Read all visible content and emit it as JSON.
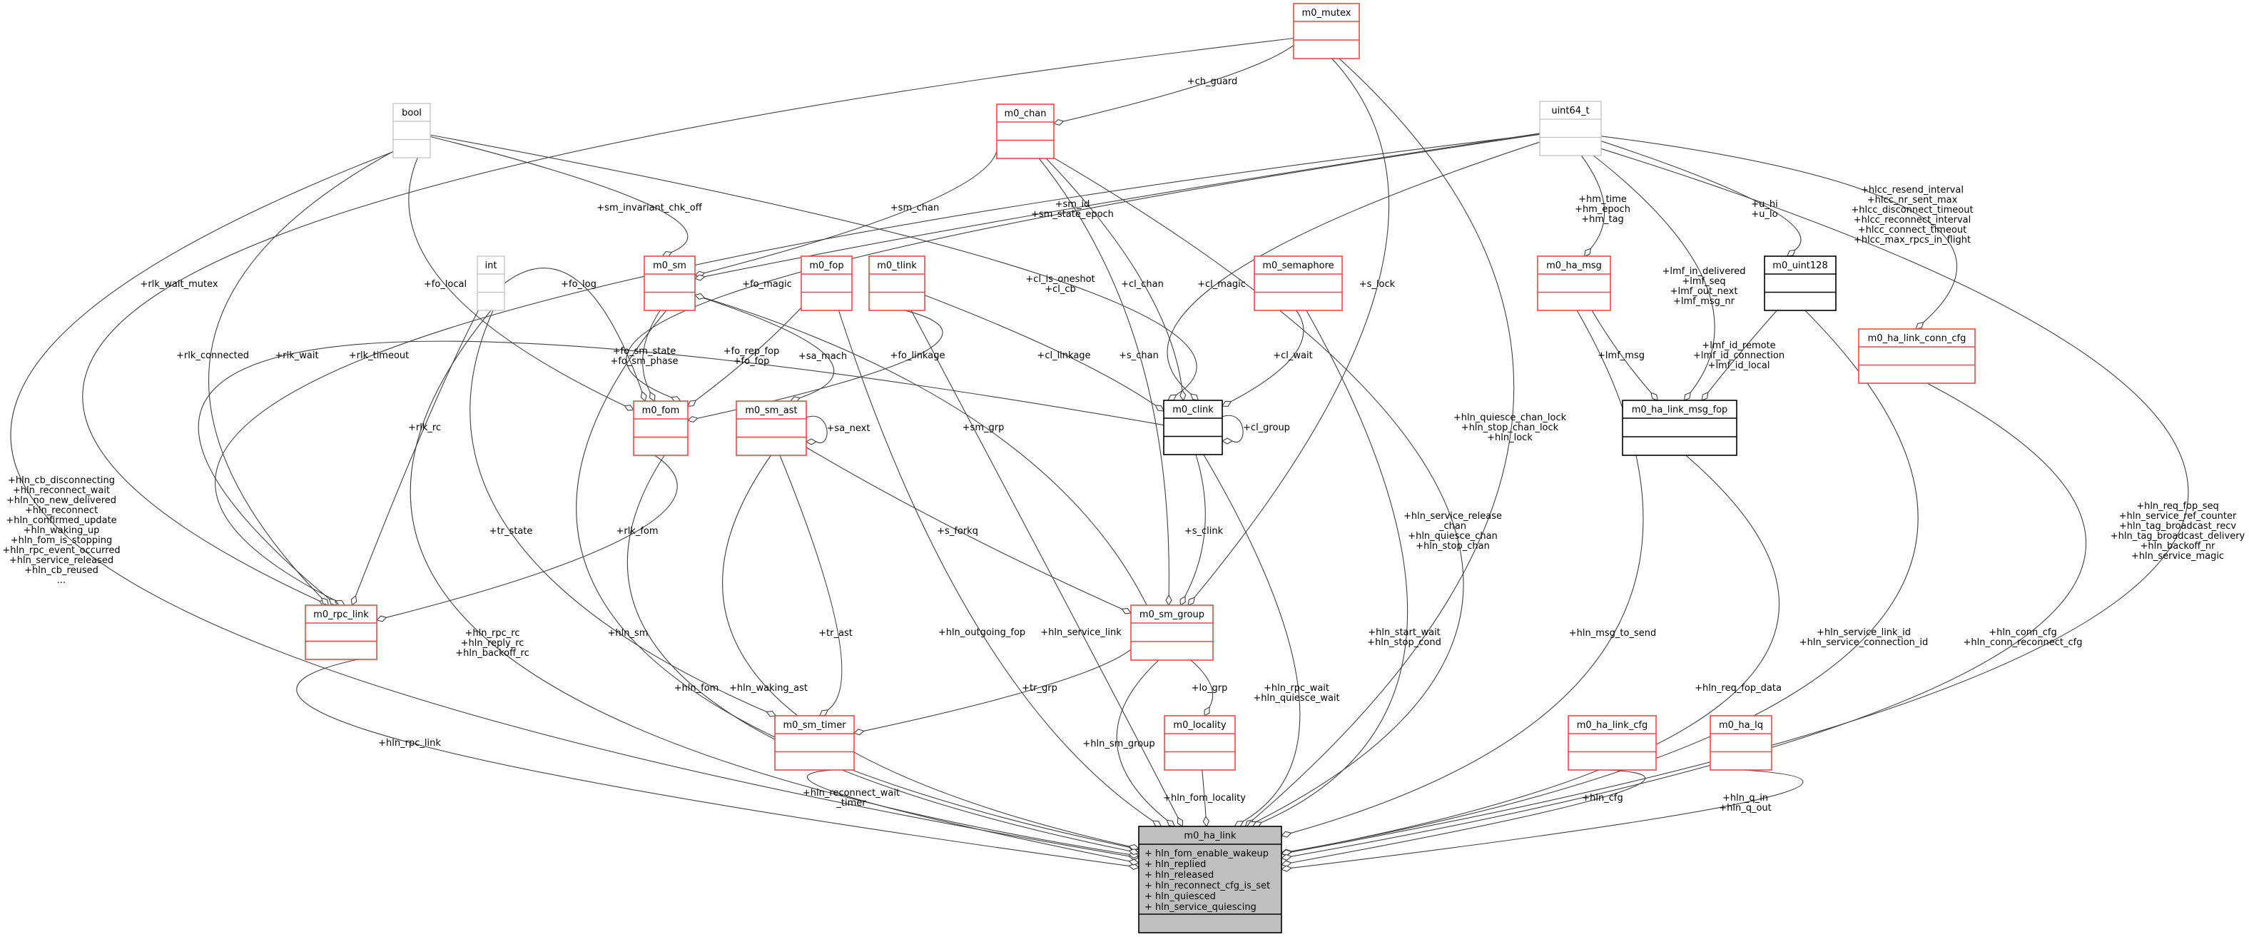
{
  "diagram": {
    "focus_node": "m0_ha_link",
    "colors": {
      "red": "#ff4040",
      "gray": "#bfbfbf",
      "black": "#000000",
      "focus_fill": "#bfbfbf",
      "edge": "#404040"
    },
    "nodes": [
      {
        "id": "mutex",
        "name": "m0_mutex",
        "style": "red"
      },
      {
        "id": "chan",
        "name": "m0_chan",
        "style": "red"
      },
      {
        "id": "bool",
        "name": "bool",
        "style": "gray"
      },
      {
        "id": "uint64",
        "name": "uint64_t",
        "style": "gray"
      },
      {
        "id": "int",
        "name": "int",
        "style": "gray"
      },
      {
        "id": "sm",
        "name": "m0_sm",
        "style": "red"
      },
      {
        "id": "fop",
        "name": "m0_fop",
        "style": "red"
      },
      {
        "id": "tlink",
        "name": "m0_tlink",
        "style": "red"
      },
      {
        "id": "semaphore",
        "name": "m0_semaphore",
        "style": "red"
      },
      {
        "id": "ha_msg",
        "name": "m0_ha_msg",
        "style": "red"
      },
      {
        "id": "uint128",
        "name": "m0_uint128",
        "style": "black"
      },
      {
        "id": "conn_cfg",
        "name": "m0_ha_link_conn_cfg",
        "style": "red"
      },
      {
        "id": "fom",
        "name": "m0_fom",
        "style": "red"
      },
      {
        "id": "sm_ast",
        "name": "m0_sm_ast",
        "style": "red"
      },
      {
        "id": "clink",
        "name": "m0_clink",
        "style": "black"
      },
      {
        "id": "lmf",
        "name": "m0_ha_link_msg_fop",
        "style": "black"
      },
      {
        "id": "rpc_link",
        "name": "m0_rpc_link",
        "style": "red"
      },
      {
        "id": "sm_group",
        "name": "m0_sm_group",
        "style": "red"
      },
      {
        "id": "sm_timer",
        "name": "m0_sm_timer",
        "style": "red"
      },
      {
        "id": "locality",
        "name": "m0_locality",
        "style": "red"
      },
      {
        "id": "link_cfg",
        "name": "m0_ha_link_cfg",
        "style": "red"
      },
      {
        "id": "ha_lq",
        "name": "m0_ha_lq",
        "style": "red"
      },
      {
        "id": "ha_link",
        "name": "m0_ha_link",
        "style": "focus",
        "attrs": [
          "+ hln_fom_enable_wakeup",
          "+ hln_replied",
          "+ hln_released",
          "+ hln_reconnect_cfg_is_set",
          "+ hln_quiesced",
          "+ hln_service_quiescing"
        ]
      }
    ],
    "edges": [
      {
        "from": "mutex",
        "to": "chan",
        "labels": [
          "+ch_guard"
        ]
      },
      {
        "from": "mutex",
        "to": "rpc_link",
        "labels": [
          "+rlk_wait_mutex"
        ]
      },
      {
        "from": "mutex",
        "to": "sm_group",
        "labels": [
          "+s_lock"
        ]
      },
      {
        "from": "mutex",
        "to": "ha_link",
        "labels": [
          "+hln_quiesce_chan_lock",
          "+hln_stop_chan_lock",
          "+hln_lock"
        ]
      },
      {
        "from": "bool",
        "to": "ha_link",
        "labels": [
          "+hln_cb_disconnecting",
          "+hln_reconnect_wait",
          "+hln_no_new_delivered",
          "+hln_reconnect",
          "+hln_confirmed_update",
          "+hln_waking_up",
          "+hln_fom_is_stopping",
          "+hln_rpc_event_occurred",
          "+hln_service_released",
          "+hln_cb_reused",
          "..."
        ]
      },
      {
        "from": "bool",
        "to": "rpc_link",
        "labels": [
          "+rlk_connected"
        ]
      },
      {
        "from": "bool",
        "to": "sm",
        "labels": [
          "+sm_invariant_chk_off"
        ]
      },
      {
        "from": "bool",
        "to": "clink",
        "labels": [
          "+cl_is_oneshot",
          "+cl_cb"
        ]
      },
      {
        "from": "bool",
        "to": "fom",
        "labels": [
          "+fo_local"
        ]
      },
      {
        "from": "chan",
        "to": "sm",
        "labels": [
          "+sm_chan"
        ]
      },
      {
        "from": "chan",
        "to": "clink",
        "labels": [
          "+cl_chan"
        ]
      },
      {
        "from": "chan",
        "to": "sm_group",
        "labels": [
          "+s_chan"
        ]
      },
      {
        "from": "chan",
        "to": "ha_link",
        "labels": [
          "+hln_service_release",
          "_chan",
          "+hln_quiesce_chan",
          "+hln_stop_chan"
        ]
      },
      {
        "from": "uint64",
        "to": "sm",
        "labels": [
          "+sm_id",
          "+sm_state_epoch"
        ]
      },
      {
        "from": "uint64",
        "to": "fom",
        "labels": [
          "+fo_magic"
        ]
      },
      {
        "from": "uint64",
        "to": "clink",
        "labels": [
          "+cl_magic"
        ]
      },
      {
        "from": "uint64",
        "to": "rpc_link",
        "labels": [
          "+rlk_timeout"
        ]
      },
      {
        "from": "clink",
        "to": "rpc_link",
        "labels": [
          "+rlk_wait"
        ]
      },
      {
        "from": "uint64",
        "to": "ha_msg",
        "labels": [
          "+hm_time",
          "+hm_epoch",
          "+hm_tag"
        ]
      },
      {
        "from": "uint64",
        "to": "uint128",
        "labels": [
          "+u_hi",
          "+u_lo"
        ]
      },
      {
        "from": "uint64",
        "to": "lmf",
        "labels": [
          "+lmf_in_delivered",
          "+lmf_seq",
          "+lmf_out_next",
          "+lmf_msg_nr"
        ]
      },
      {
        "from": "uint64",
        "to": "conn_cfg",
        "labels": [
          "+hlcc_resend_interval",
          "+hlcc_nr_sent_max",
          "+hlcc_disconnect_timeout",
          "+hlcc_reconnect_interval",
          "+hlcc_connect_timeout",
          "+hlcc_max_rpcs_in_flight"
        ]
      },
      {
        "from": "uint64",
        "to": "ha_link",
        "labels": [
          "+hln_req_fop_seq",
          "+hln_service_ref_counter",
          "+hln_tag_broadcast_recv",
          "+hln_tag_broadcast_delivery",
          "+hln_backoff_nr",
          "+hln_service_magic"
        ]
      },
      {
        "from": "int",
        "to": "rpc_link",
        "labels": [
          "+rlk_rc"
        ]
      },
      {
        "from": "int",
        "to": "fom",
        "labels": [
          "+fo_log"
        ]
      },
      {
        "from": "int",
        "to": "sm_timer",
        "labels": [
          "+tr_state"
        ]
      },
      {
        "from": "int",
        "to": "ha_link",
        "labels": [
          "+hln_rpc_rc",
          "+hln_reply_rc",
          "+hln_backoff_rc"
        ]
      },
      {
        "from": "sm",
        "to": "fom",
        "labels": [
          "+fo_sm_state",
          "+fo_sm_phase"
        ]
      },
      {
        "from": "sm",
        "to": "sm_ast",
        "labels": [
          "+sa_mach"
        ]
      },
      {
        "from": "sm",
        "to": "ha_link",
        "labels": [
          "+hln_sm"
        ]
      },
      {
        "from": "fop",
        "to": "fom",
        "labels": [
          "+fo_rep_fop",
          "+fo_fop"
        ]
      },
      {
        "from": "fop",
        "to": "ha_link",
        "labels": [
          "+hln_outgoing_fop"
        ]
      },
      {
        "from": "tlink",
        "to": "fom",
        "labels": [
          "+fo_linkage"
        ]
      },
      {
        "from": "tlink",
        "to": "clink",
        "labels": [
          "+cl_linkage"
        ]
      },
      {
        "from": "tlink",
        "to": "ha_link",
        "labels": [
          "+hln_service_link"
        ]
      },
      {
        "from": "sm_group",
        "to": "sm",
        "labels": [
          "+sm_grp"
        ]
      },
      {
        "from": "semaphore",
        "to": "clink",
        "labels": [
          "+cl_wait"
        ]
      },
      {
        "from": "semaphore",
        "to": "ha_link",
        "labels": [
          "+hln_start_wait",
          "+hln_stop_cond"
        ]
      },
      {
        "from": "clink",
        "to": "clink",
        "labels": [
          "+cl_group"
        ]
      },
      {
        "from": "clink",
        "to": "sm_group",
        "labels": [
          "+s_clink"
        ]
      },
      {
        "from": "clink",
        "to": "ha_link",
        "labels": [
          "+hln_rpc_wait",
          "+hln_quiesce_wait"
        ]
      },
      {
        "from": "sm_ast",
        "to": "sm_ast",
        "labels": [
          "+sa_next"
        ]
      },
      {
        "from": "sm_ast",
        "to": "sm_group",
        "labels": [
          "+s_forkq"
        ]
      },
      {
        "from": "sm_ast",
        "to": "sm_timer",
        "labels": [
          "+tr_ast"
        ]
      },
      {
        "from": "sm_ast",
        "to": "ha_link",
        "labels": [
          "+hln_waking_ast"
        ]
      },
      {
        "from": "fom",
        "to": "rpc_link",
        "labels": [
          "+rlk_fom"
        ]
      },
      {
        "from": "fom",
        "to": "ha_link",
        "labels": [
          "+hln_fom"
        ]
      },
      {
        "from": "rpc_link",
        "to": "ha_link",
        "labels": [
          "+hln_rpc_link"
        ]
      },
      {
        "from": "sm_group",
        "to": "sm_timer",
        "labels": [
          "+tr_grp"
        ]
      },
      {
        "from": "sm_group",
        "to": "locality",
        "labels": [
          "+lo_grp"
        ]
      },
      {
        "from": "sm_group",
        "to": "ha_link",
        "labels": [
          "+hln_sm_group"
        ]
      },
      {
        "from": "sm_timer",
        "to": "ha_link",
        "labels": [
          "+hln_reconnect_wait",
          "_timer"
        ]
      },
      {
        "from": "locality",
        "to": "ha_link",
        "labels": [
          "+hln_fom_locality"
        ]
      },
      {
        "from": "ha_msg",
        "to": "lmf",
        "labels": [
          "+lmf_msg"
        ]
      },
      {
        "from": "ha_msg",
        "to": "ha_link",
        "labels": [
          "+hln_msg_to_send"
        ]
      },
      {
        "from": "uint128",
        "to": "lmf",
        "labels": [
          "+lmf_id_remote",
          "+lmf_id_connection",
          "+lmf_id_local"
        ]
      },
      {
        "from": "uint128",
        "to": "ha_link",
        "labels": [
          "+hln_service_link_id",
          "+hln_service_connection_id"
        ]
      },
      {
        "from": "lmf",
        "to": "ha_link",
        "labels": [
          "+hln_req_fop_data"
        ]
      },
      {
        "from": "conn_cfg",
        "to": "ha_link",
        "labels": [
          "+hln_conn_cfg",
          "+hln_conn_reconnect_cfg"
        ]
      },
      {
        "from": "link_cfg",
        "to": "ha_link",
        "labels": [
          "+hln_cfg"
        ]
      },
      {
        "from": "ha_lq",
        "to": "ha_link",
        "labels": [
          "+hln_q_in",
          "+hln_q_out"
        ]
      }
    ]
  }
}
